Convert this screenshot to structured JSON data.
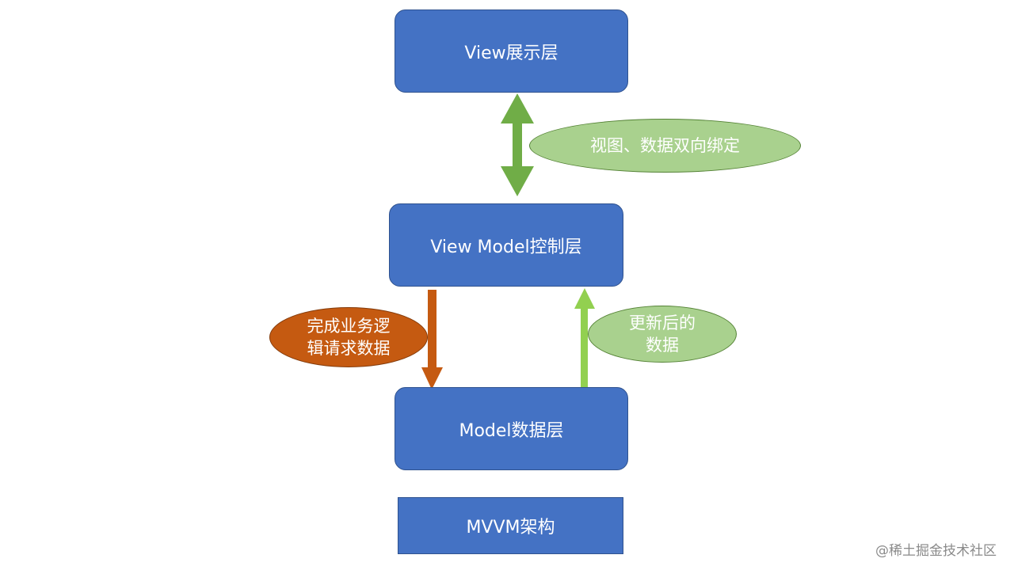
{
  "boxes": {
    "view": "View展示层",
    "viewmodel": "View Model控制层",
    "model": "Model数据层",
    "caption": "MVVM架构"
  },
  "labels": {
    "binding": "视图、数据双向绑定",
    "request": "完成业务逻\n辑请求数据",
    "update": "更新后的\n数据"
  },
  "watermark": "@稀土掘金技术社区",
  "colors": {
    "box_fill": "#4472c4",
    "double_arrow": "#70ad47",
    "request_arrow": "#c55a11",
    "update_arrow": "#92d050",
    "light_green_ellipse": "#a9d18e",
    "orange_ellipse": "#c55a11"
  }
}
